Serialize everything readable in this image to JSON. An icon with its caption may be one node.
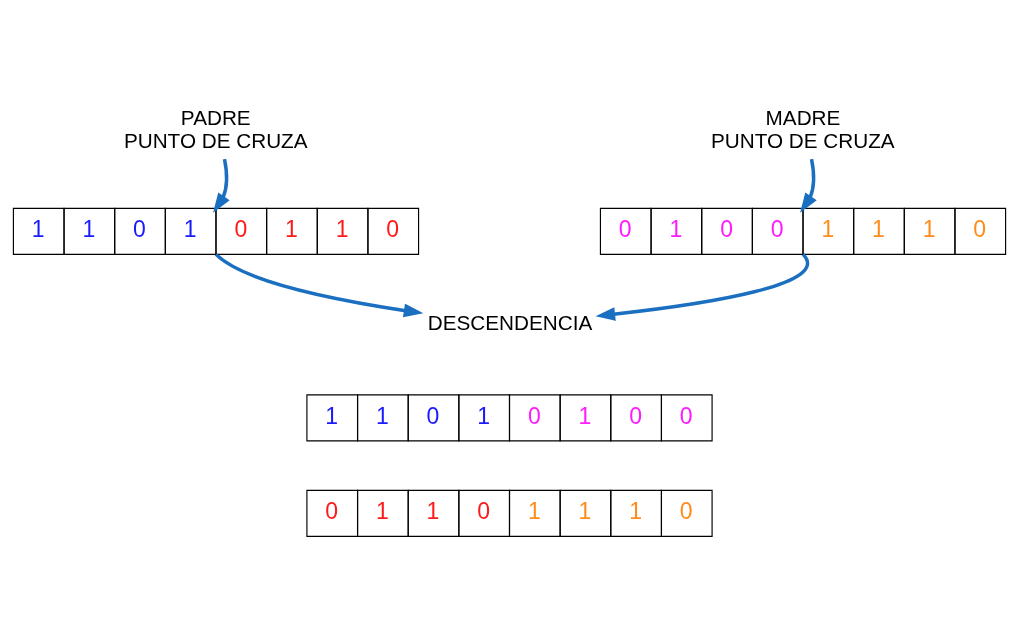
{
  "diagram": {
    "nodes": [
      {
        "text": [
          "PADRE",
          "PUNTO DE CRUZA"
        ]
      },
      {
        "text": [
          "1",
          "1",
          "0",
          "1",
          "0",
          "1",
          "1",
          "0"
        ]
      },
      {
        "text": [
          "MADRE",
          "PUNTO DE CRUZA"
        ]
      },
      {
        "text": [
          "0",
          "1",
          "0",
          "0",
          "1",
          "1",
          "1",
          "0"
        ]
      },
      {
        "text": [
          "DESCENDENCIA"
        ]
      },
      {
        "text": [
          "1",
          "1",
          "0",
          "1",
          "0",
          "1",
          "0",
          "0"
        ]
      },
      {
        "text": [
          "0",
          "1",
          "1",
          "0",
          "1",
          "1",
          "1",
          "0"
        ]
      }
    ],
    "edges": [
      {
        "from": 0,
        "to": 1,
        "arrow": "to"
      },
      {
        "from": 2,
        "to": 3,
        "arrow": "to"
      },
      {
        "from": 1,
        "to": 4,
        "arrow": "to"
      },
      {
        "from": 3,
        "to": 4,
        "arrow": "to"
      }
    ]
  }
}
